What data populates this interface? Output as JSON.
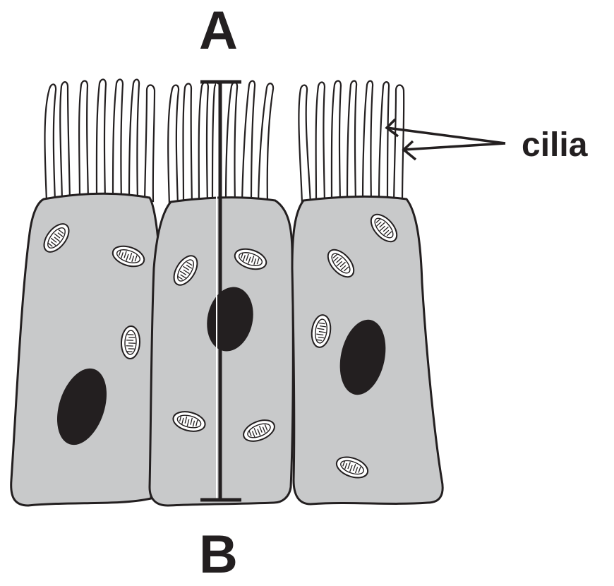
{
  "labels": {
    "top": "A",
    "bottom": "B",
    "cilia": "cilia"
  },
  "colors": {
    "cytoplasm": "#c8c9ca",
    "outline": "#231f20",
    "nucleus": "#231f20",
    "mitochondrion": "#ffffff"
  }
}
